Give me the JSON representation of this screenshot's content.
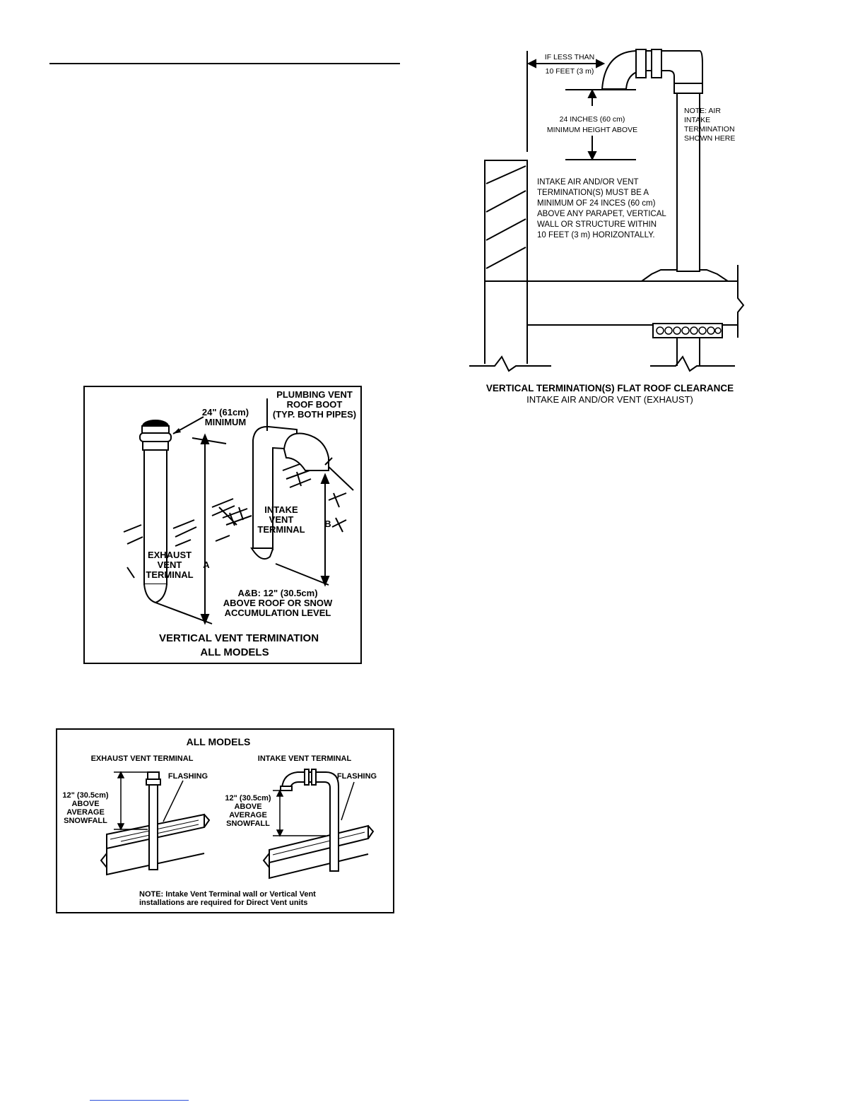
{
  "fig_vertical": {
    "plumbing_label": [
      "PLUMBING VENT",
      "ROOF BOOT",
      "(TYP. BOTH PIPES)"
    ],
    "min_label": [
      "24\" (61cm)",
      "MINIMUM"
    ],
    "exhaust_label": [
      "EXHAUST",
      "VENT",
      "TERMINAL"
    ],
    "intake_label": [
      "INTAKE",
      "VENT",
      "TERMINAL"
    ],
    "dim_a": "A",
    "dim_b": "B",
    "note": [
      "A&B: 12\" (30.5cm)",
      "ABOVE ROOF OR SNOW",
      "ACCUMULATION LEVEL"
    ],
    "caption": [
      "VERTICAL VENT TERMINATION",
      "ALL MODELS"
    ]
  },
  "fig_snow": {
    "title": "ALL MODELS",
    "exhaust_title": "EXHAUST VENT TERMINAL",
    "intake_title": "INTAKE VENT TERMINAL",
    "flashing": "FLASHING",
    "above_left": [
      "12\" (30.5cm)",
      "ABOVE",
      "AVERAGE",
      "SNOWFALL"
    ],
    "above_right": [
      "12\" (30.5cm)",
      "ABOVE",
      "AVERAGE",
      "SNOWFALL"
    ],
    "note": [
      "NOTE: Intake Vent Terminal wall or Vertical Vent",
      "installations are required for Direct Vent units"
    ]
  },
  "fig_flat": {
    "if_less": [
      "IF LESS THAN",
      "10 FEET (3 m)"
    ],
    "height": [
      "24 INCHES (60 cm)",
      "MINIMUM HEIGHT ABOVE"
    ],
    "note": [
      "NOTE: AIR",
      "INTAKE",
      "TERMINATION",
      "SHOWN HERE"
    ],
    "requirement": [
      "INTAKE AIR AND/OR VENT",
      "TERMINATION(S) MUST BE A",
      "MINIMUM OF 24 INCES (60 cm)",
      "ABOVE ANY PARAPET, VERTICAL",
      "WALL OR STRUCTURE WITHIN",
      "10 FEET (3 m) HORIZONTALLY."
    ],
    "caption_title": "VERTICAL TERMINATION(S) FLAT ROOF CLEARANCE",
    "caption_sub": "INTAKE AIR AND/OR VENT (EXHAUST)"
  }
}
